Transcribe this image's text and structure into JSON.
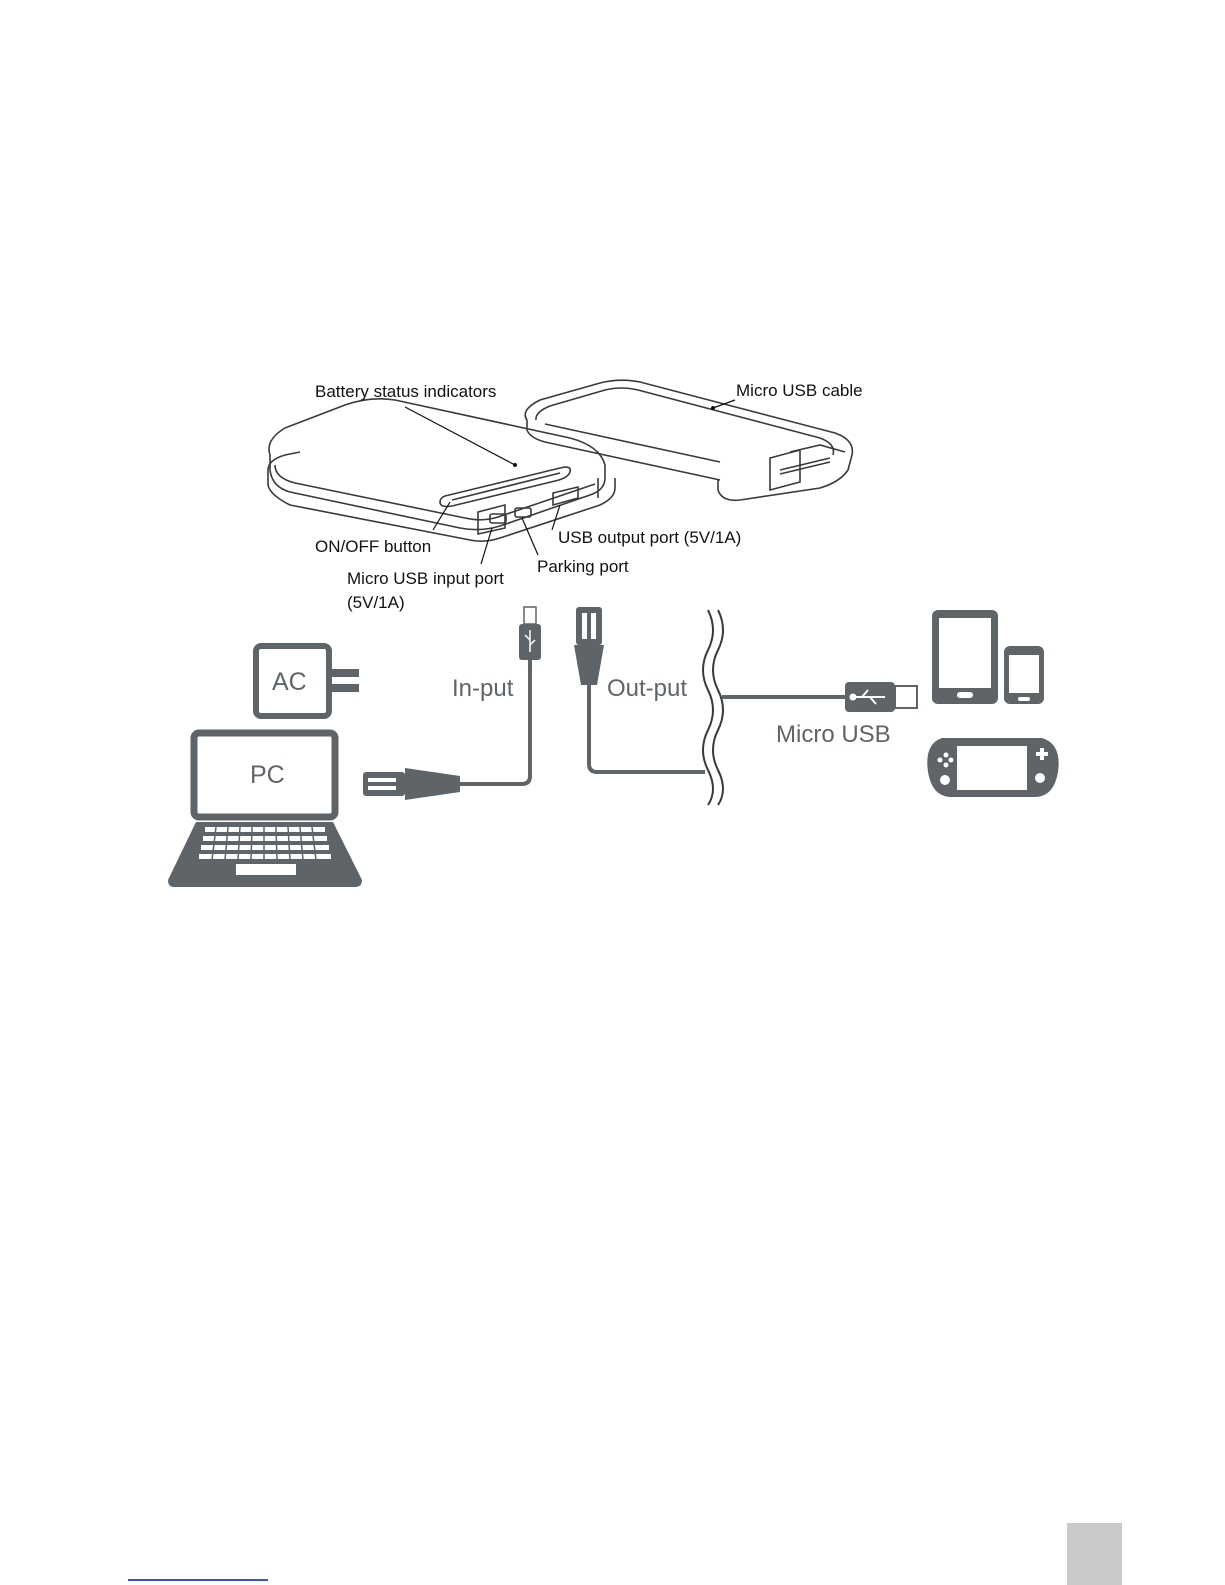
{
  "product_labels": {
    "battery_status": "Battery status indicators",
    "micro_usb_cable": "Micro USB cable",
    "on_off": "ON/OFF button",
    "usb_output": "USB output port (5V/1A)",
    "parking_port": "Parking port",
    "micro_usb_input_line1": "Micro USB input port",
    "micro_usb_input_line2": "(5V/1A)"
  },
  "connection_labels": {
    "ac": "AC",
    "pc": "PC",
    "input": "In-put",
    "output": "Out-put",
    "micro_usb": "Micro USB"
  },
  "colors": {
    "icon_gray": "#5f6468",
    "line_art": "#3a3a3a",
    "page_box": "#c9c9c9",
    "footer_link": "#3b52d6"
  }
}
